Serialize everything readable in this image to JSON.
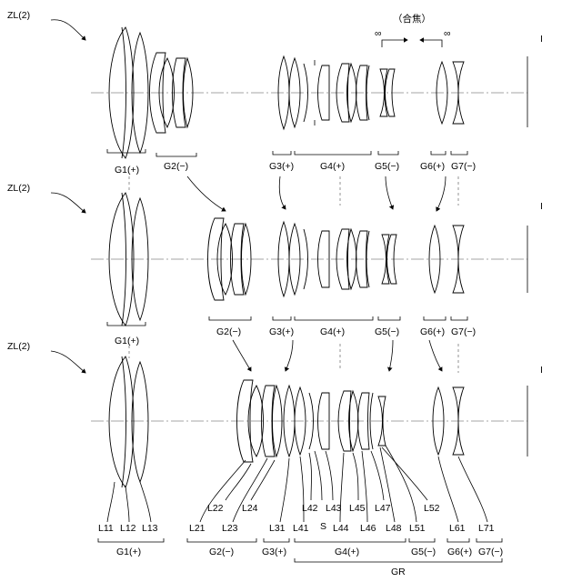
{
  "system_label": "ZL(2)",
  "image_plane_label": "I",
  "focus": {
    "title": "（合焦）",
    "inf_left": "∞",
    "inf_right": "∞"
  },
  "row_groups_1": [
    "G1(+)",
    "G2(−)",
    "G3(+)",
    "G4(+)",
    "G5(−)",
    "G6(+)",
    "G7(−)"
  ],
  "row_groups_2": [
    "G1(+)",
    "G2(−)",
    "G3(+)",
    "G4(+)",
    "G5(−)",
    "G6(+)",
    "G7(−)"
  ],
  "bottom_groups": [
    "G1(+)",
    "G2(−)",
    "G3(+)",
    "G4(+)",
    "G5(−)",
    "G6(+)",
    "G7(−)"
  ],
  "gr_label": "GR",
  "upper_lens_labels": [
    "L22",
    "L24",
    "L42",
    "S",
    "L43",
    "L45",
    "L47",
    "L52"
  ],
  "lower_lens_labels": [
    "L11",
    "L12",
    "L13",
    "L21",
    "L23",
    "L31",
    "L41",
    "L44",
    "L46",
    "L48",
    "L51",
    "L61",
    "L71"
  ]
}
